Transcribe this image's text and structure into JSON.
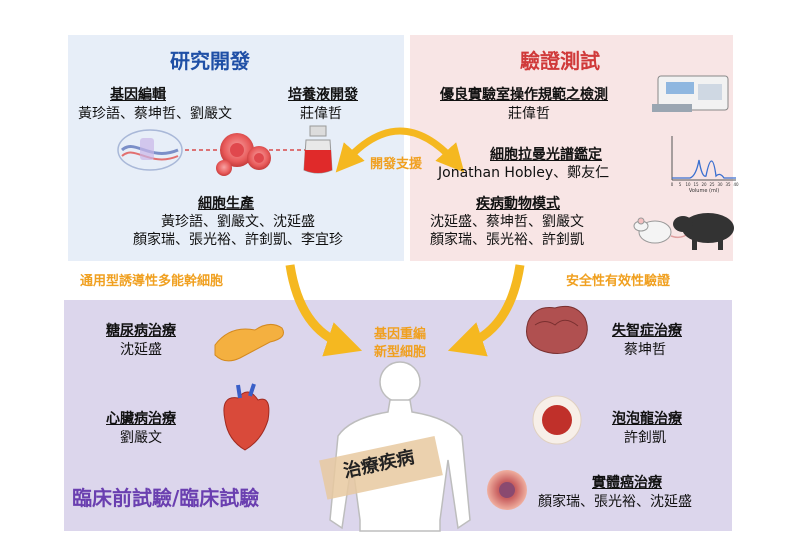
{
  "rd": {
    "title": "研究開發",
    "gene_edit": {
      "heading": "基因編輯",
      "names": "黃珍語、蔡坤哲、劉嚴文"
    },
    "medium": {
      "heading": "培養液開發",
      "names": "莊偉哲"
    },
    "cell_prod": {
      "heading": "細胞生產",
      "names_1": "黃珍語、劉嚴文、沈延盛",
      "names_2": "顏家瑞、張光裕、許釗凱、李宜珍"
    }
  },
  "validation": {
    "title": "驗證測試",
    "glp": {
      "heading": "優良實驗室操作規範之檢測",
      "names": "莊偉哲"
    },
    "raman": {
      "heading": "細胞拉曼光譜鑑定",
      "names": "Jonathan Hobley、鄭友仁"
    },
    "animal": {
      "heading": "疾病動物模式",
      "names_1": "沈延盛、蔡坤哲、劉嚴文",
      "names_2": "顏家瑞、張光裕、許釗凱"
    }
  },
  "support_label": "開發支援",
  "ipsc_label": "通用型誘導性多能幹細胞",
  "safety_label": "安全性有效性驗證",
  "center_label_1": "基因重編",
  "center_label_2": "新型細胞",
  "treat_label": "治療疾病",
  "clinical": {
    "title": "臨床前試驗/臨床試驗",
    "diabetes": {
      "heading": "糖尿病治療",
      "names": "沈延盛"
    },
    "heart": {
      "heading": "心臟病治療",
      "names": "劉嚴文"
    },
    "dementia": {
      "heading": "失智症治療",
      "names": "蔡坤哲"
    },
    "echinococcus": {
      "heading": "泡泡龍治療",
      "names": "許釗凱"
    },
    "solid": {
      "heading": "實體癌治療",
      "names": "顏家瑞、張光裕、沈延盛"
    }
  },
  "spectrum_ticks": [
    "0",
    "5",
    "10",
    "15",
    "20",
    "25",
    "30",
    "35",
    "40"
  ],
  "spectrum_xlabel": "Volume (ml)",
  "colors": {
    "rd_bg": "#e7eef8",
    "val_bg": "#f8e5e5",
    "clin_bg": "#dcd6ec",
    "arrow": "#f5b820",
    "title_blue": "#1f4fa6",
    "title_red": "#d03a3a",
    "title_purple": "#6a3fb0"
  }
}
